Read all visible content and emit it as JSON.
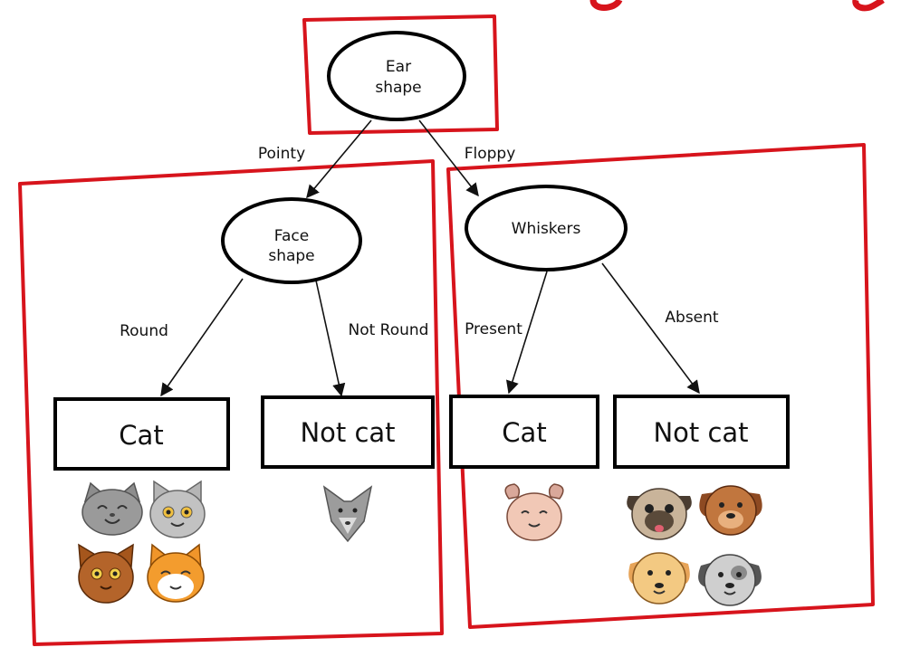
{
  "colors": {
    "annotation": "#d7141c",
    "stroke": "#000000",
    "background": "#ffffff"
  },
  "title_fragment": "p   g",
  "nodes": {
    "root": {
      "line1": "Ear",
      "line2": "shape"
    },
    "left": {
      "line1": "Face",
      "line2": "shape"
    },
    "right": {
      "line1": "Whiskers"
    }
  },
  "edges": {
    "root_left": "Pointy",
    "root_right": "Floppy",
    "left_left": "Round",
    "left_right": "Not Round",
    "right_left": "Present",
    "right_right": "Absent"
  },
  "leaves": {
    "leaf1": "Cat",
    "leaf2": "Not cat",
    "leaf3": "Cat",
    "leaf4": "Not cat"
  },
  "animals": {
    "leaf1": [
      "gray-cat-icon",
      "silver-cat-icon",
      "brown-cat-icon",
      "orange-cat-icon"
    ],
    "leaf2": [
      "gray-pointy-cat-icon"
    ],
    "leaf3": [
      "floppy-eared-cat-icon"
    ],
    "leaf4": [
      "pug-dog-icon",
      "brown-dog-icon",
      "yellow-dog-icon",
      "gray-dog-icon"
    ]
  }
}
